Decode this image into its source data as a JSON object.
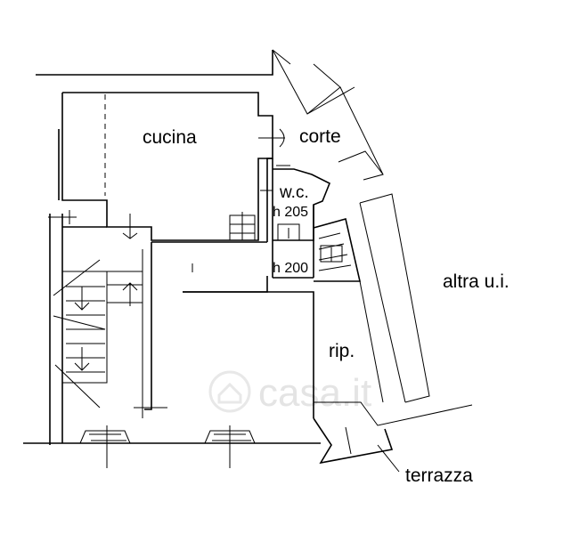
{
  "rooms": {
    "cucina": "cucina",
    "corte": "corte",
    "wc": "w.c.",
    "altra": "altra u.i.",
    "rip": "rip.",
    "terrazza": "terrazza"
  },
  "heights": {
    "h205": "h 205",
    "h200": "h 200"
  },
  "watermark": "casa.it"
}
